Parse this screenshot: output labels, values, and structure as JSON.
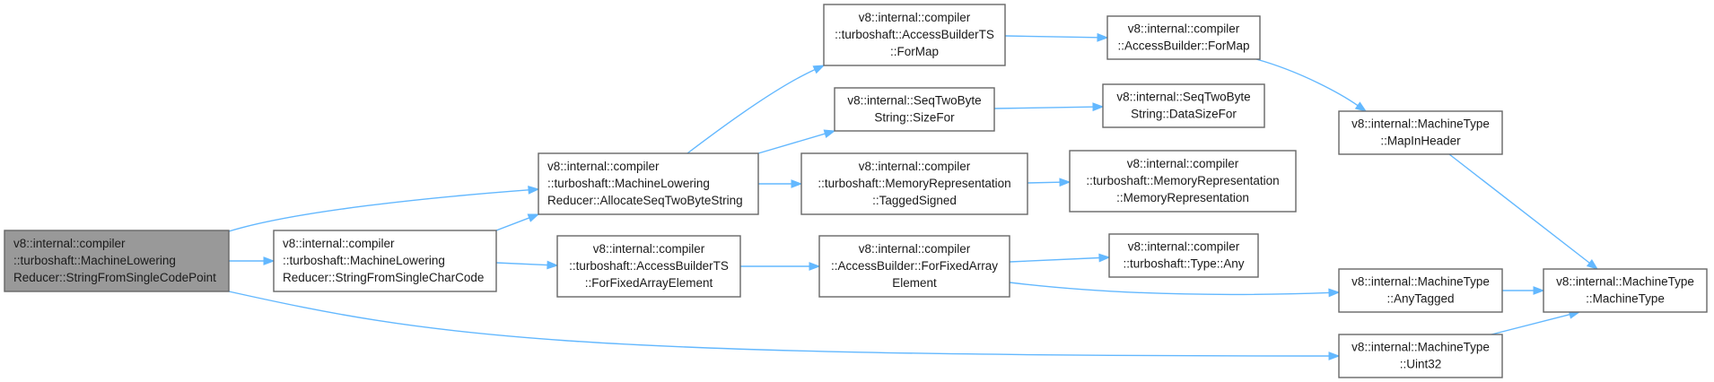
{
  "diagram": {
    "nodes": [
      {
        "id": "root",
        "name": "node-string-from-single-code-point",
        "lines": [
          "v8::internal::compiler",
          "::turboshaft::MachineLowering",
          "Reducer::StringFromSingleCodePoint"
        ],
        "root": true
      },
      {
        "id": "allocseq",
        "name": "node-allocate-seq-two-byte-string",
        "lines": [
          "v8::internal::compiler",
          "::turboshaft::MachineLowering",
          "Reducer::AllocateSeqTwoByteString"
        ]
      },
      {
        "id": "strfromchar",
        "name": "node-string-from-single-char-code",
        "lines": [
          "v8::internal::compiler",
          "::turboshaft::MachineLowering",
          "Reducer::StringFromSingleCharCode"
        ]
      },
      {
        "id": "uint32",
        "name": "node-machine-type-uint32",
        "lines": [
          "v8::internal::MachineType",
          "::Uint32"
        ]
      },
      {
        "id": "abts_formap",
        "name": "node-access-builder-ts-for-map",
        "lines": [
          "v8::internal::compiler",
          "::turboshaft::AccessBuilderTS",
          "::ForMap"
        ]
      },
      {
        "id": "seqsizefor",
        "name": "node-seq-two-byte-string-size-for",
        "lines": [
          "v8::internal::SeqTwoByte",
          "String::SizeFor"
        ]
      },
      {
        "id": "memrep_ts",
        "name": "node-memory-representation-tagged-signed",
        "lines": [
          "v8::internal::compiler",
          "::turboshaft::MemoryRepresentation",
          "::TaggedSigned"
        ]
      },
      {
        "id": "abts_ffae",
        "name": "node-access-builder-ts-for-fixed-array-element",
        "lines": [
          "v8::internal::compiler",
          "::turboshaft::AccessBuilderTS",
          "::ForFixedArrayElement"
        ]
      },
      {
        "id": "ab_formap",
        "name": "node-access-builder-for-map",
        "lines": [
          "v8::internal::compiler",
          "::AccessBuilder::ForMap"
        ]
      },
      {
        "id": "datasizefor",
        "name": "node-seq-two-byte-string-data-size-for",
        "lines": [
          "v8::internal::SeqTwoByte",
          "String::DataSizeFor"
        ]
      },
      {
        "id": "memrep_ctor",
        "name": "node-memory-representation-constructor",
        "lines": [
          "v8::internal::compiler",
          "::turboshaft::MemoryRepresentation",
          "::MemoryRepresentation"
        ]
      },
      {
        "id": "ab_ffae",
        "name": "node-access-builder-for-fixed-array-element",
        "lines": [
          "v8::internal::compiler",
          "::AccessBuilder::ForFixedArray",
          "Element"
        ]
      },
      {
        "id": "mapinheader",
        "name": "node-machine-type-map-in-header",
        "lines": [
          "v8::internal::MachineType",
          "::MapInHeader"
        ]
      },
      {
        "id": "typeany",
        "name": "node-turboshaft-type-any",
        "lines": [
          "v8::internal::compiler",
          "::turboshaft::Type::Any"
        ]
      },
      {
        "id": "anytagged",
        "name": "node-machine-type-any-tagged",
        "lines": [
          "v8::internal::MachineType",
          "::AnyTagged"
        ]
      },
      {
        "id": "mtctor",
        "name": "node-machine-type-constructor",
        "lines": [
          "v8::internal::MachineType",
          "::MachineType"
        ]
      }
    ],
    "edges": [
      {
        "from": "root",
        "to": "allocseq"
      },
      {
        "from": "root",
        "to": "strfromchar"
      },
      {
        "from": "root",
        "to": "uint32"
      },
      {
        "from": "strfromchar",
        "to": "allocseq"
      },
      {
        "from": "strfromchar",
        "to": "abts_ffae"
      },
      {
        "from": "allocseq",
        "to": "abts_formap"
      },
      {
        "from": "allocseq",
        "to": "seqsizefor"
      },
      {
        "from": "allocseq",
        "to": "memrep_ts"
      },
      {
        "from": "abts_formap",
        "to": "ab_formap"
      },
      {
        "from": "seqsizefor",
        "to": "datasizefor"
      },
      {
        "from": "memrep_ts",
        "to": "memrep_ctor"
      },
      {
        "from": "abts_ffae",
        "to": "ab_ffae"
      },
      {
        "from": "ab_ffae",
        "to": "typeany"
      },
      {
        "from": "ab_ffae",
        "to": "anytagged"
      },
      {
        "from": "ab_formap",
        "to": "mapinheader"
      },
      {
        "from": "mapinheader",
        "to": "mtctor"
      },
      {
        "from": "anytagged",
        "to": "mtctor"
      },
      {
        "from": "uint32",
        "to": "mtctor"
      }
    ]
  },
  "colors": {
    "edge": "#63b8ff",
    "root_fill": "#999999",
    "node_fill": "#ffffff",
    "node_border": "#666666",
    "text": "#1a1a1a"
  }
}
